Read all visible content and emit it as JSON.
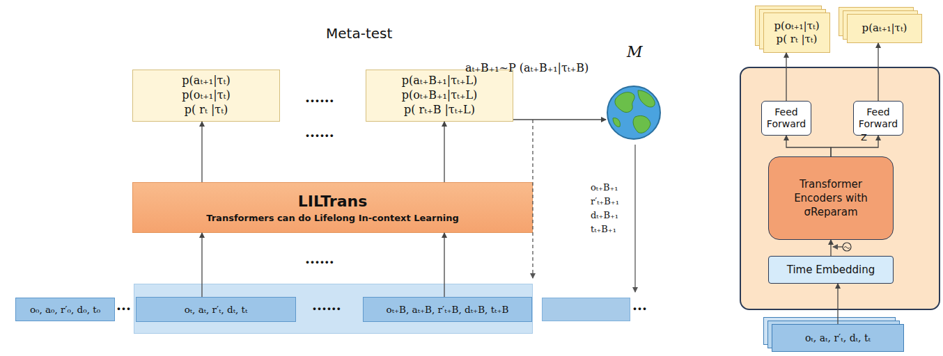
{
  "diagram": {
    "title": "Meta-test",
    "nodes": [
      {
        "text": [
          "p(aₜ₊₁|τₜ)",
          "p(oₜ₊₁|τₜ)",
          "p( rₜ  |τₜ)"
        ]
      },
      {
        "text": [
          "p(aₜ₊B₊₁|τₜ₊L)",
          "p(oₜ₊B₊₁|τₜ₊L)",
          "p( rₜ₊B |τₜ₊L)"
        ]
      },
      {
        "text": [
          "LILTrans",
          "Transformers can do Lifelong In-context Learning"
        ]
      },
      {
        "text": [
          "M"
        ]
      },
      {
        "text": [
          "o₀, a₀, r′₀, d₀, t₀"
        ]
      },
      {
        "text": [
          "oₜ, aₜ, r′ₜ, dₜ, tₜ"
        ]
      },
      {
        "text": [
          "oₜ₊B, aₜ₊B, r′ₜ₊B, dₜ₊B, tₜ₊B"
        ]
      },
      {
        "text": [
          "p(oₜ₊₁|τₜ)",
          "p( rₜ  |τₜ)"
        ]
      },
      {
        "text": [
          "p(aₜ₊₁|τₜ)"
        ]
      },
      {
        "text": [
          "Feed Forward"
        ]
      },
      {
        "text": [
          "Feed Forward"
        ]
      },
      {
        "text": [
          "Transformer Encoders with σReparam"
        ]
      },
      {
        "text": [
          "Time Embedding"
        ]
      },
      {
        "text": [
          "oₜ, aₜ, r′ₜ, dₜ, tₜ"
        ]
      }
    ],
    "edges": [
      {
        "from": 5,
        "to": 2,
        "arrow": "to"
      },
      {
        "from": 6,
        "to": 2,
        "arrow": "to"
      },
      {
        "from": 2,
        "to": 0,
        "arrow": "to"
      },
      {
        "from": 2,
        "to": 1,
        "arrow": "to"
      },
      {
        "from": 1,
        "to": 3,
        "arrow": "to"
      },
      {
        "from": 13,
        "to": 12,
        "arrow": "to"
      },
      {
        "from": 12,
        "to": 11,
        "arrow": "to"
      },
      {
        "from": 11,
        "to": 9,
        "arrow": "to"
      },
      {
        "from": 11,
        "to": 10,
        "arrow": "to"
      },
      {
        "from": 9,
        "to": 7,
        "arrow": "to"
      },
      {
        "from": 10,
        "to": 8,
        "arrow": "to"
      }
    ],
    "labels": [
      "......",
      "......",
      "......",
      "......",
      "...",
      "...",
      "aₜ₊B₊₁~P (aₜ₊B₊₁|τₜ₊B)",
      "oₜ₊B₊₁",
      "r′ₜ₊B₊₁",
      "dₜ₊B₊₁",
      "tₜ₊B₊₁",
      "Z"
    ]
  }
}
